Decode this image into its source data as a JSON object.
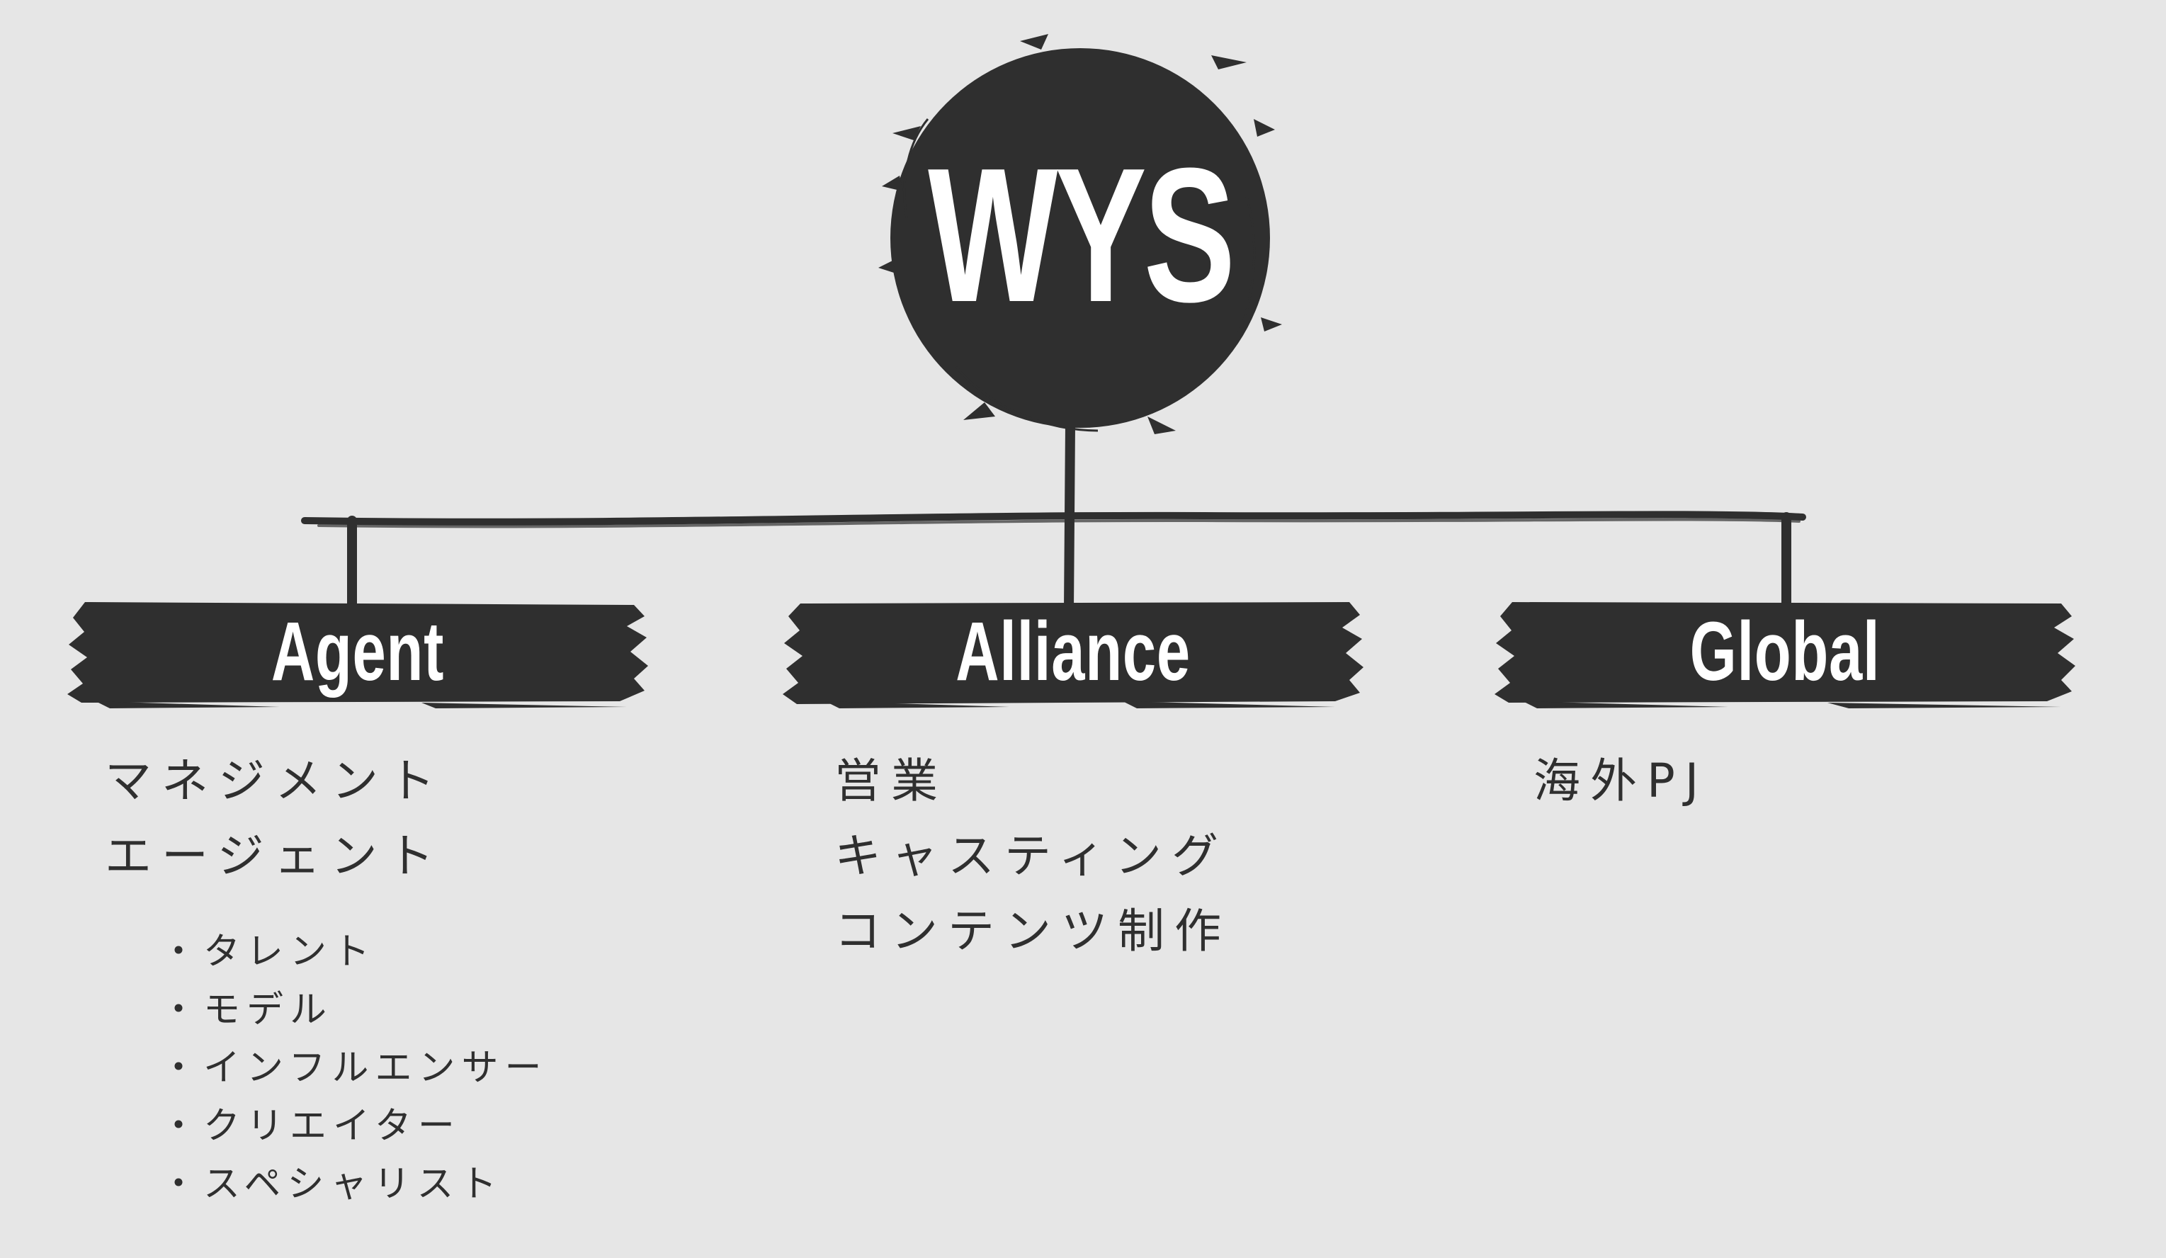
{
  "root": {
    "label": "WYS"
  },
  "branches": [
    {
      "label": "Agent",
      "items": [
        "マネジメント",
        "エージェント"
      ],
      "subitems": [
        "・タレント",
        "・モデル",
        "・インフルエンサー",
        "・クリエイター",
        "・スペシャリスト"
      ]
    },
    {
      "label": "Alliance",
      "items": [
        "営業",
        "キャスティング",
        "コンテンツ制作"
      ],
      "subitems": []
    },
    {
      "label": "Global",
      "items": [
        "海外PJ"
      ],
      "subitems": []
    }
  ],
  "colors": {
    "background": "#e6e6e6",
    "ink": "#2f2f2f",
    "label_text": "#ffffff"
  }
}
